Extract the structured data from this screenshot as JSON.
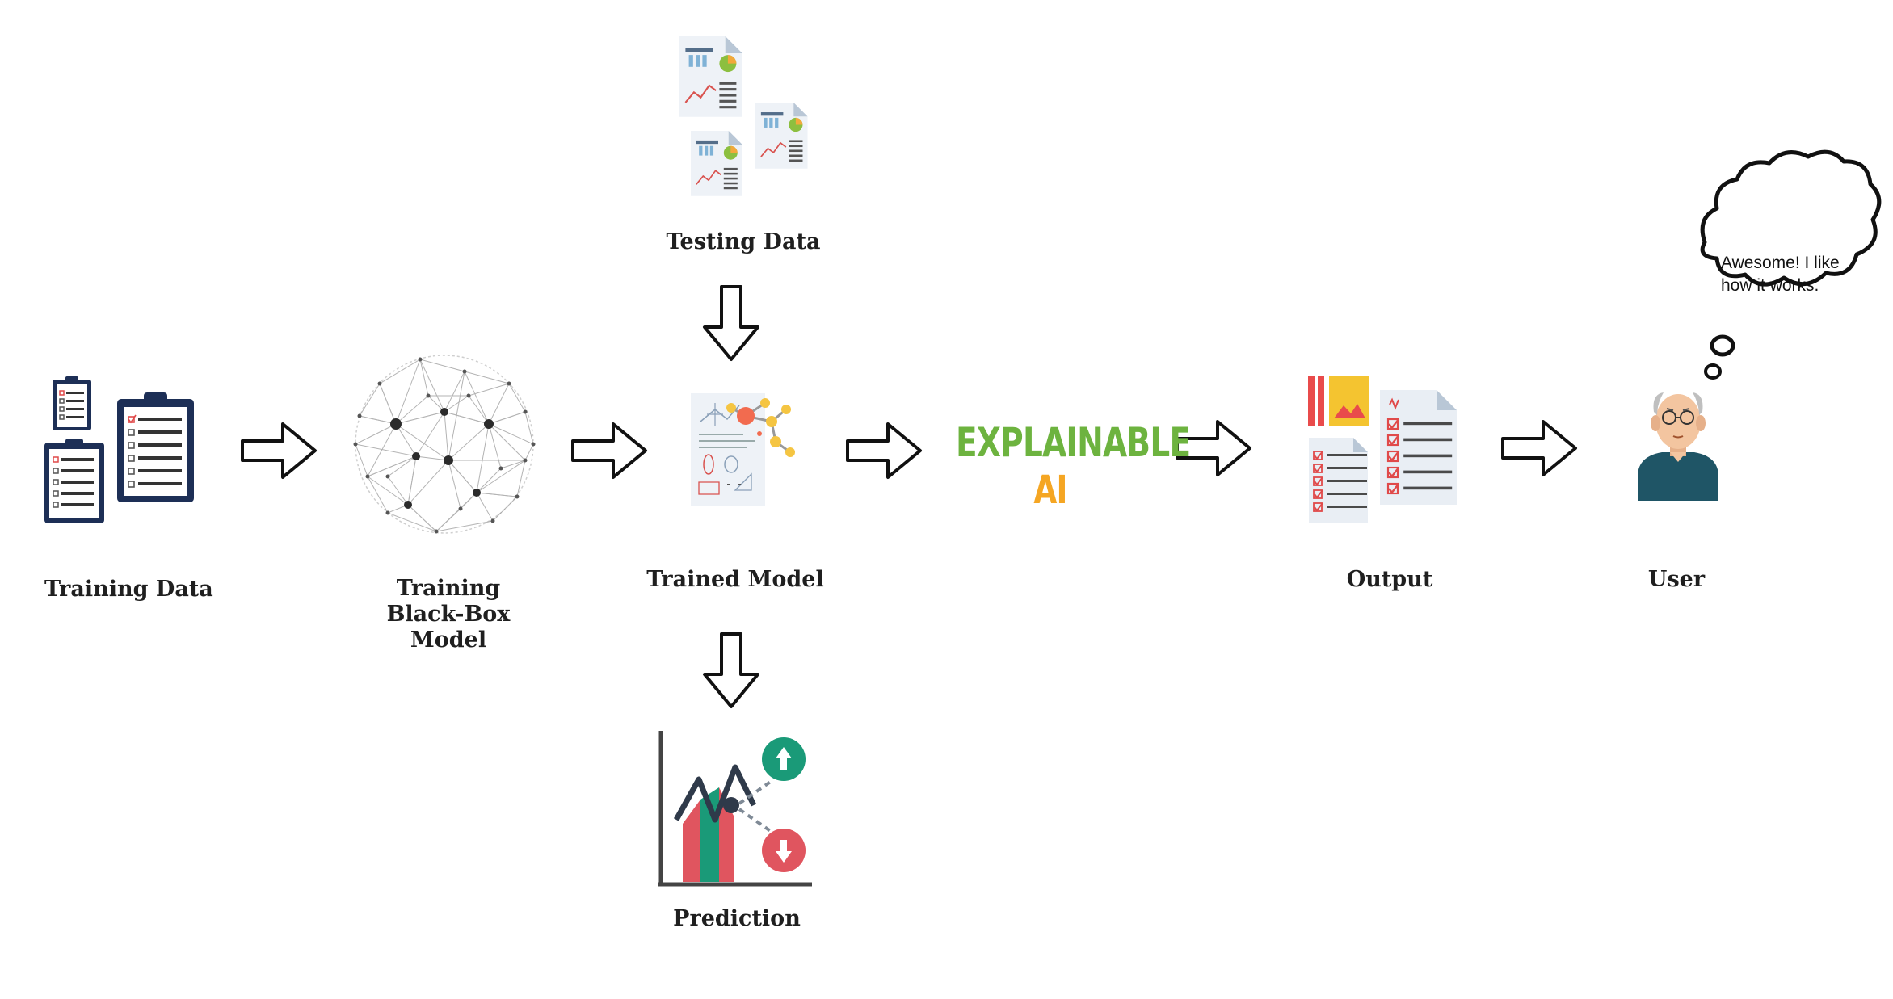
{
  "nodes": {
    "training_data": "Training Data",
    "black_box": "Training Black-Box Model",
    "testing_data": "Testing Data",
    "trained_model": "Trained Model",
    "prediction": "Prediction",
    "explainable": "EXPLAINABLE",
    "ai": "AI",
    "output": "Output",
    "user": "User"
  },
  "user_thought": "Awesome! I like how it works.",
  "colors": {
    "label_text": "#1f1f1f",
    "explainable_green": "#6db33f",
    "ai_orange": "#f5a623",
    "clipboard_navy": "#1d2f56",
    "prediction_green": "#1a9a78",
    "prediction_red": "#e0555f",
    "user_sweater": "#1f5566",
    "user_skin": "#f3c5a0"
  },
  "icons": {
    "training_data": "clipboards-icon",
    "black_box": "network-sphere-icon",
    "testing_data": "report-documents-icon",
    "trained_model": "molecule-document-icon",
    "prediction": "trend-chart-icon",
    "output": "checklist-documents-icon",
    "user": "person-avatar-icon",
    "flow_arrow": "outline-arrow-icon"
  }
}
